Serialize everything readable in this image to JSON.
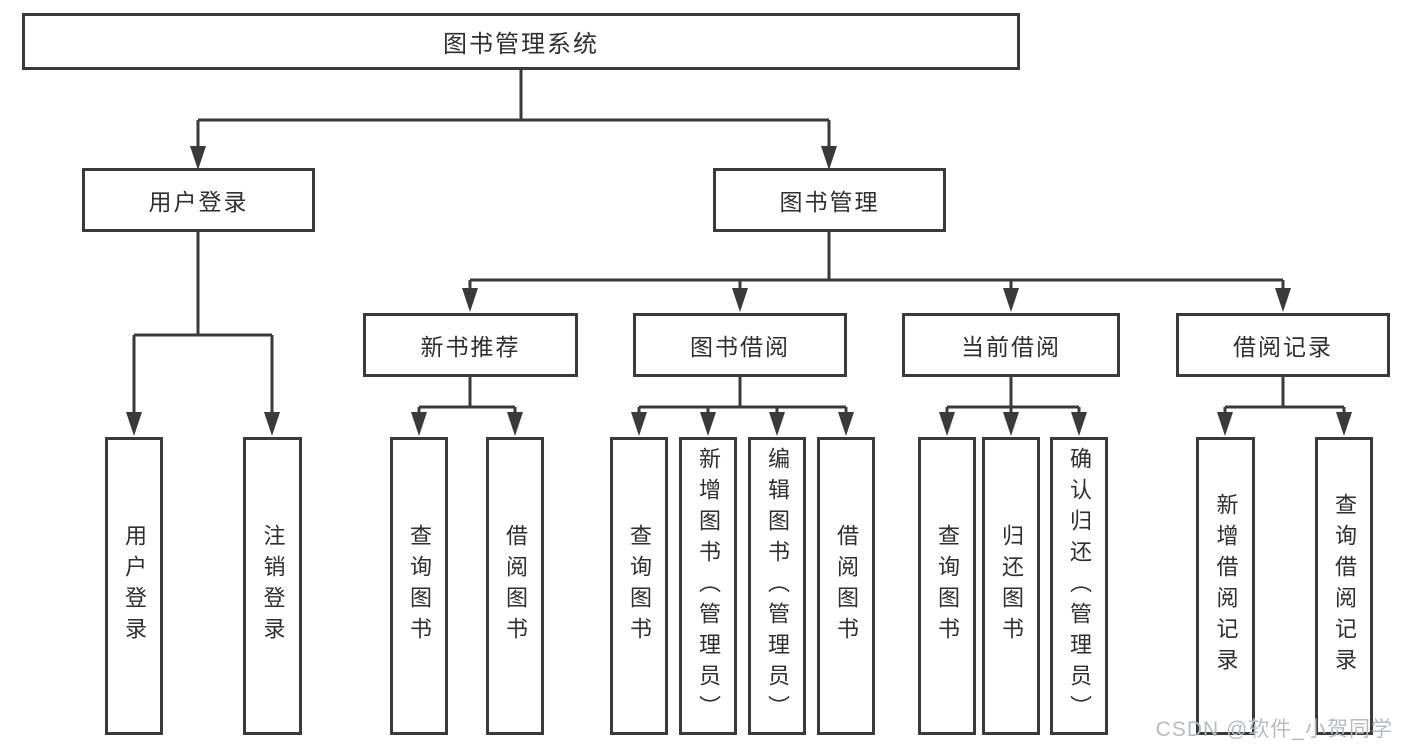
{
  "colors": {
    "line": "#3a3a3a",
    "text": "#2f2f2f",
    "background": "#ffffff",
    "watermark": "#b7bbc1"
  },
  "root": {
    "label": "图书管理系统"
  },
  "level2": [
    {
      "label": "用户登录"
    },
    {
      "label": "图书管理"
    }
  ],
  "level3": [
    {
      "label": "新书推荐"
    },
    {
      "label": "图书借阅"
    },
    {
      "label": "当前借阅"
    },
    {
      "label": "借阅记录"
    }
  ],
  "leaves": {
    "user_login": [
      "用户登录",
      "注销登录"
    ],
    "new_book_recommend": [
      "查询图书",
      "借阅图书"
    ],
    "book_borrowing": [
      "查询图书",
      "新增图书（管理员）",
      "编辑图书（管理员）",
      "借阅图书"
    ],
    "current_borrowing": [
      "查询图书",
      "归还图书",
      "确认归还（管理员）"
    ],
    "borrowing_records": [
      "新增借阅记录",
      "查询借阅记录"
    ]
  },
  "watermark": "CSDN @软件_小贺同学"
}
